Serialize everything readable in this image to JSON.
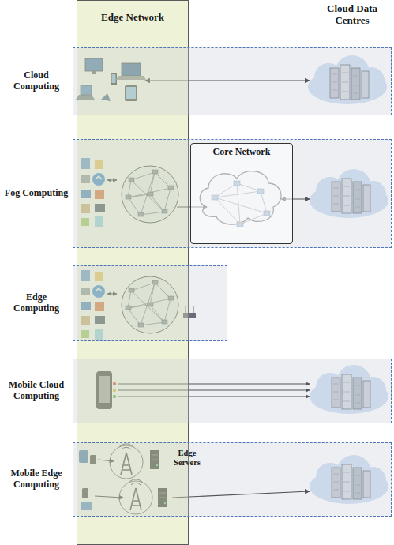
{
  "diagram": {
    "nodes": [
      {
        "text": [
          "Edge Network"
        ]
      },
      {
        "text": [
          "Cloud Computing"
        ]
      },
      {
        "text": [
          "Fog Computing"
        ]
      },
      {
        "text": [
          "Core Network"
        ],
        "in": 2
      },
      {
        "text": [
          "Edge Computing"
        ]
      },
      {
        "text": [
          "Mobile Cloud Computing"
        ]
      },
      {
        "text": [
          "Mobile Edge Computing"
        ]
      }
    ],
    "labels": [
      "Cloud Data Centres",
      "Edge Servers"
    ]
  }
}
